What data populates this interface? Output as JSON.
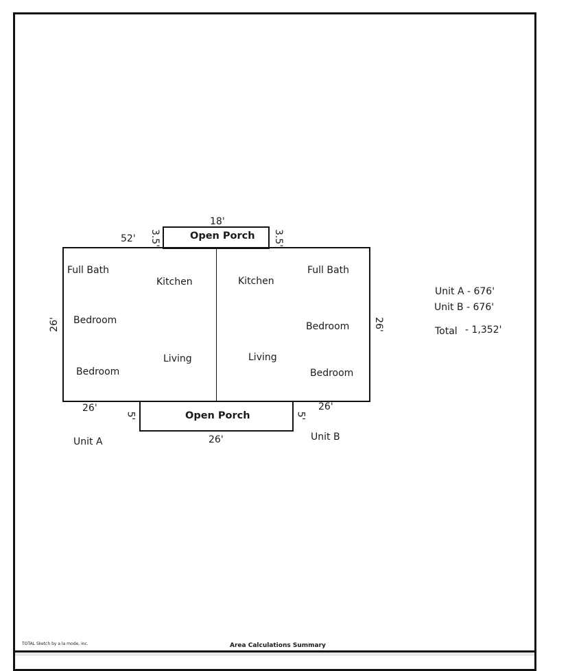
{
  "sketch": {
    "top_porch": {
      "label": "Open Porch",
      "width": "18'",
      "depth_left": "3.5'",
      "depth_right": "3.5'"
    },
    "top_overall": "52'",
    "bottom_porch": {
      "label": "Open Porch",
      "width": "26'",
      "depth_left": "5'",
      "depth_right": "5'"
    },
    "left_depth": "26'",
    "right_depth": "26'",
    "unit_a": {
      "name": "Unit A",
      "width": "26'",
      "rooms": {
        "full_bath": "Full Bath",
        "kitchen": "Kitchen",
        "bedroom1": "Bedroom",
        "living": "Living",
        "bedroom2": "Bedroom"
      }
    },
    "unit_b": {
      "name": "Unit B",
      "width": "26'",
      "rooms": {
        "full_bath": "Full Bath",
        "kitchen": "Kitchen",
        "bedroom1": "Bedroom",
        "living": "Living",
        "bedroom2": "Bedroom"
      }
    }
  },
  "summary": {
    "unit_a": "Unit A - 676'",
    "unit_b": "Unit B - 676'",
    "total_label": "Total",
    "total_value": "- 1,352'"
  },
  "footer": {
    "credit": "TOTAL Sketch by a la mode, inc.",
    "title": "Area Calculations Summary"
  }
}
